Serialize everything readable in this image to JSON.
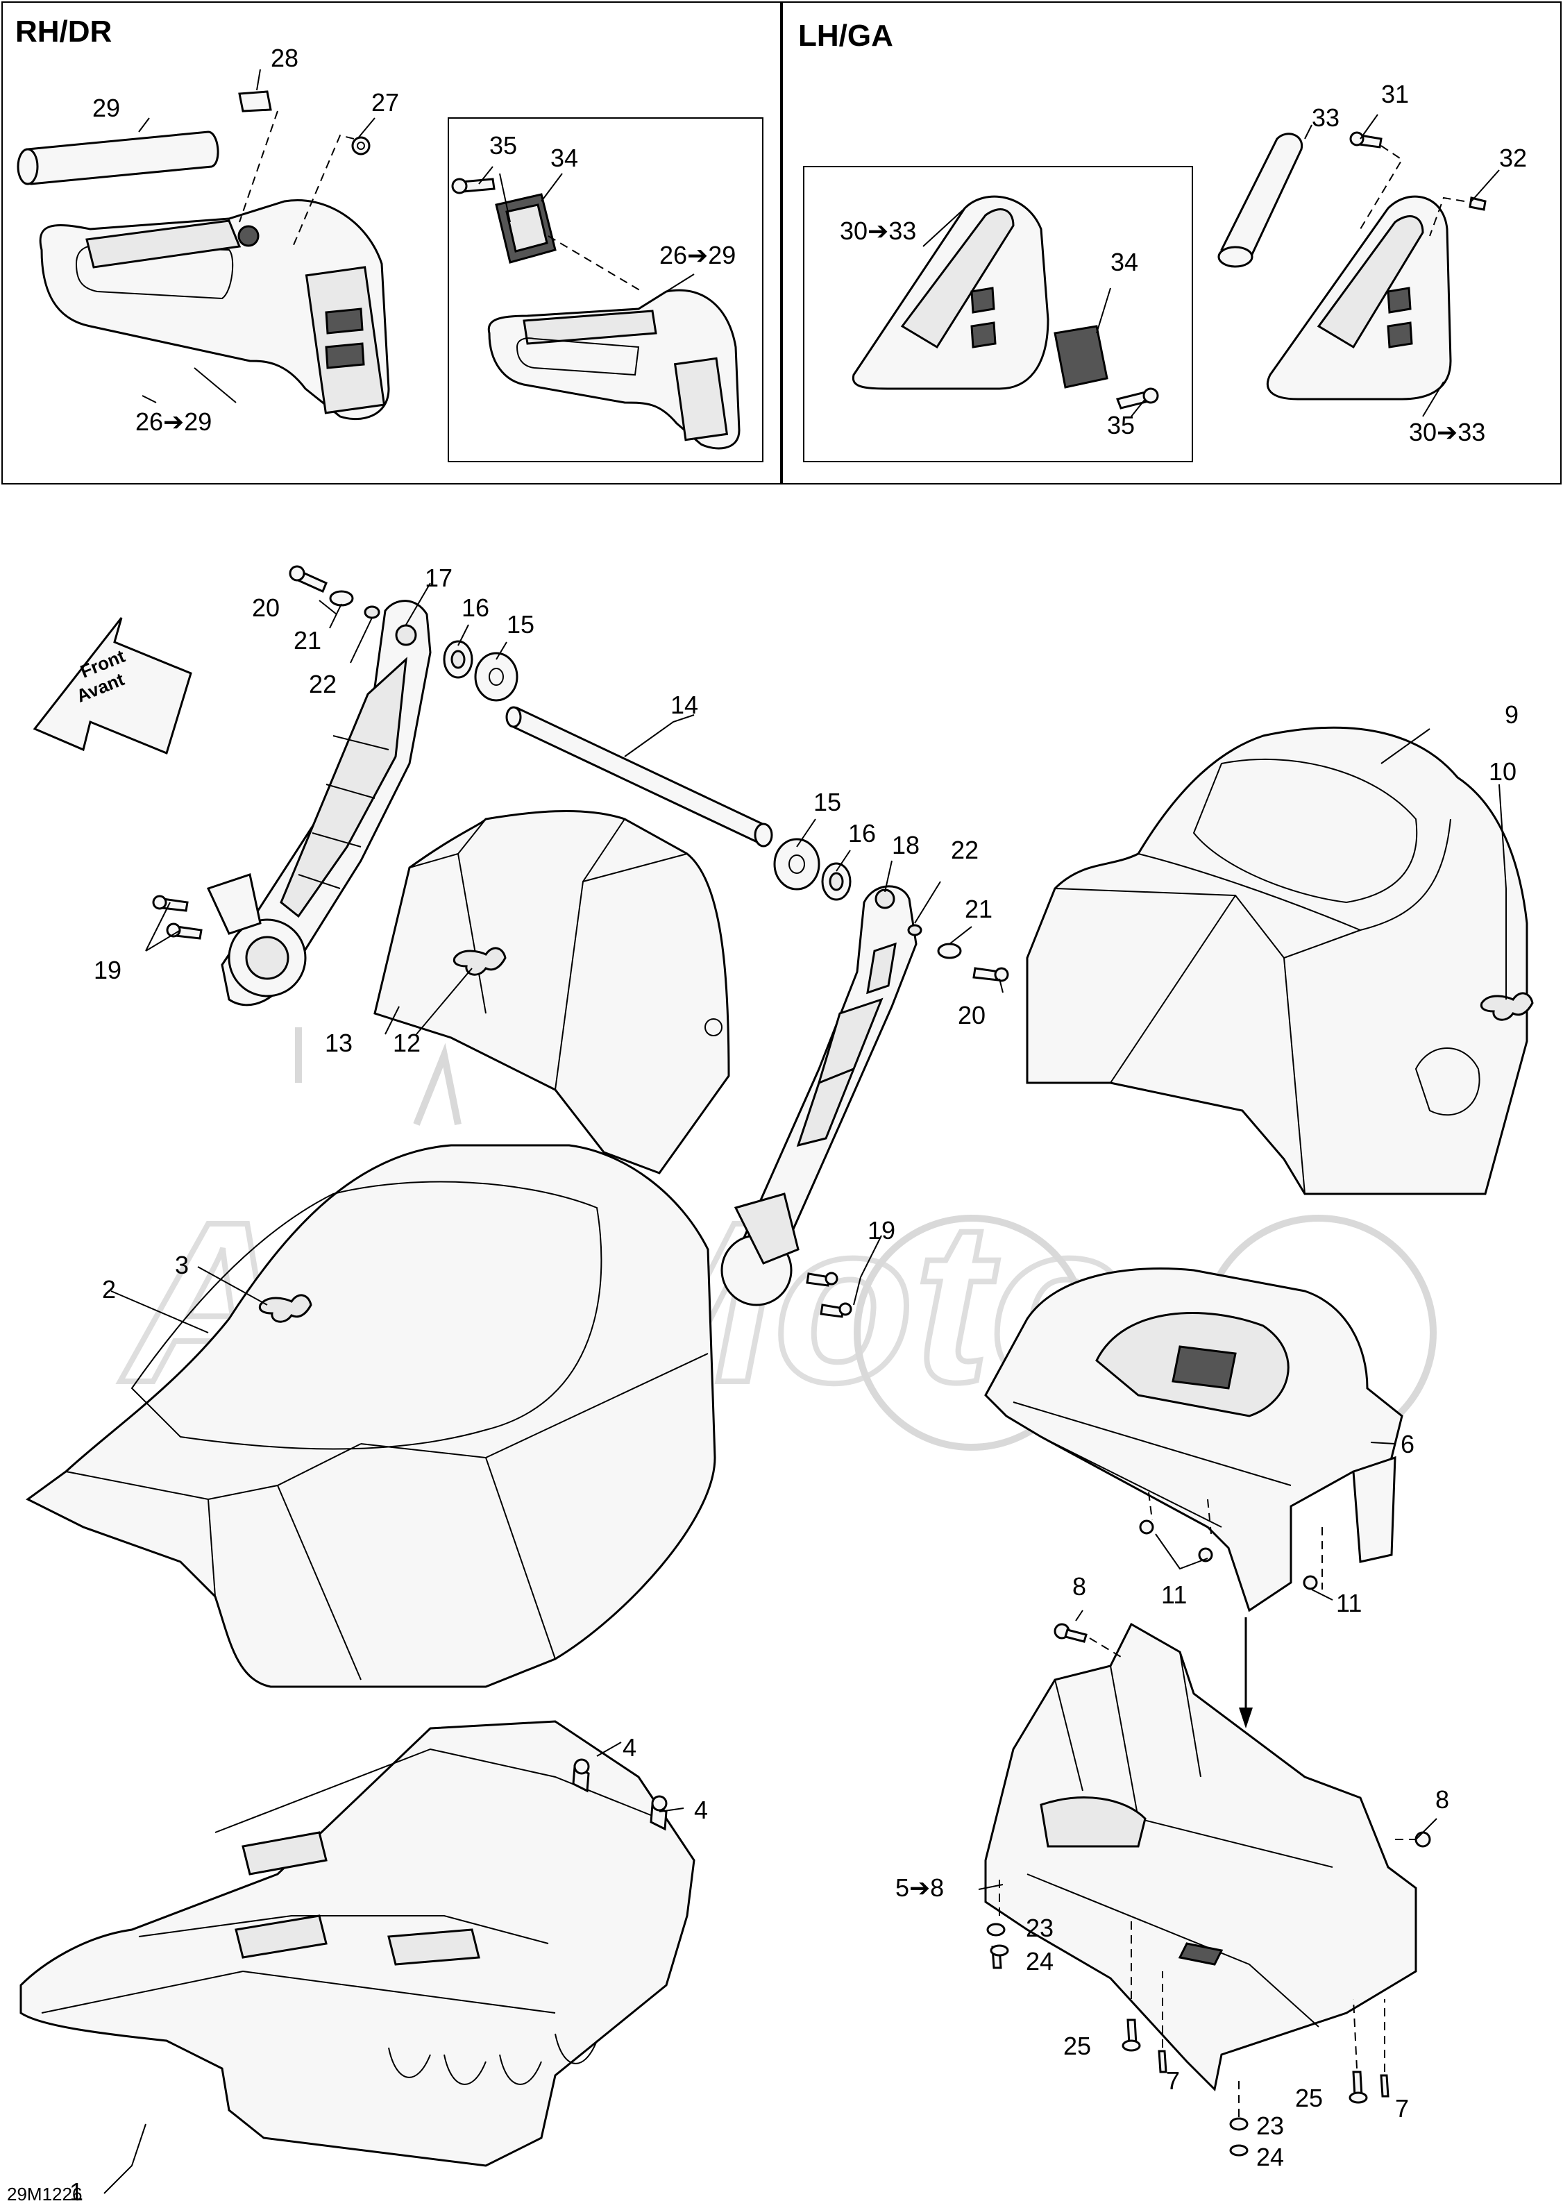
{
  "panels": {
    "rh_title": "RH/DR",
    "lh_title": "LH/GA"
  },
  "front_arrow": {
    "line1": "Front",
    "line2": "Avant"
  },
  "watermark": "AeHMoto",
  "labels": {
    "l1": "1",
    "l2": "2",
    "l3": "3",
    "l4a": "4",
    "l4b": "4",
    "l5": "5➔8",
    "l6": "6",
    "l7a": "7",
    "l7b": "7",
    "l8a": "8",
    "l8b": "8",
    "l9": "9",
    "l10": "10",
    "l11a": "11",
    "l11b": "11",
    "l12": "12",
    "l13": "13",
    "l14": "14",
    "l15a": "15",
    "l15b": "15",
    "l16a": "16",
    "l16b": "16",
    "l17": "17",
    "l18": "18",
    "l19a": "19",
    "l19b": "19",
    "l20a": "20",
    "l20b": "20",
    "l21a": "21",
    "l21b": "21",
    "l22a": "22",
    "l22b": "22",
    "l23a": "23",
    "l23b": "23",
    "l24a": "24",
    "l24b": "24",
    "l25a": "25",
    "l25b": "25",
    "l26a": "26➔29",
    "l26b": "26➔29",
    "l27": "27",
    "l28": "28",
    "l29": "29",
    "l30a": "30➔33",
    "l30b": "30➔33",
    "l31": "31",
    "l32": "32",
    "l33": "33",
    "l34a": "34",
    "l34b": "34",
    "l35a": "35",
    "l35b": "35"
  },
  "figure_code": "29M1226"
}
